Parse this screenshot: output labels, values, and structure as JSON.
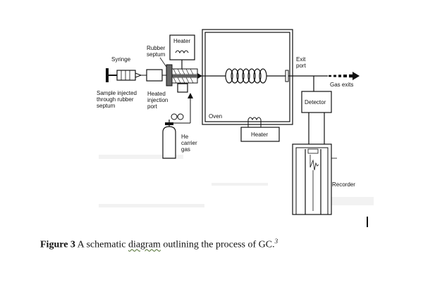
{
  "labels": {
    "heater_top": "Heater",
    "rubber_septum": [
      "Rubber",
      "septum"
    ],
    "syringe": "Syringe",
    "sample_injected": [
      "Sample injected",
      "through rubber",
      "septum"
    ],
    "heated_injection_port": [
      "Heated",
      "injection",
      "port"
    ],
    "he_carrier_gas": [
      "He",
      "carrier",
      "gas"
    ],
    "oven": "Oven",
    "heater_bottom": "Heater",
    "exit_port": [
      "Exit",
      "port"
    ],
    "gas_exits": "Gas exits",
    "detector": "Detector",
    "recorder": "Recorder"
  },
  "caption": {
    "figure_label": "Figure 3",
    "text_before": " A schematic ",
    "text_wavy": "diagram",
    "text_after": " outlining the process of GC.",
    "superscript": "3"
  }
}
